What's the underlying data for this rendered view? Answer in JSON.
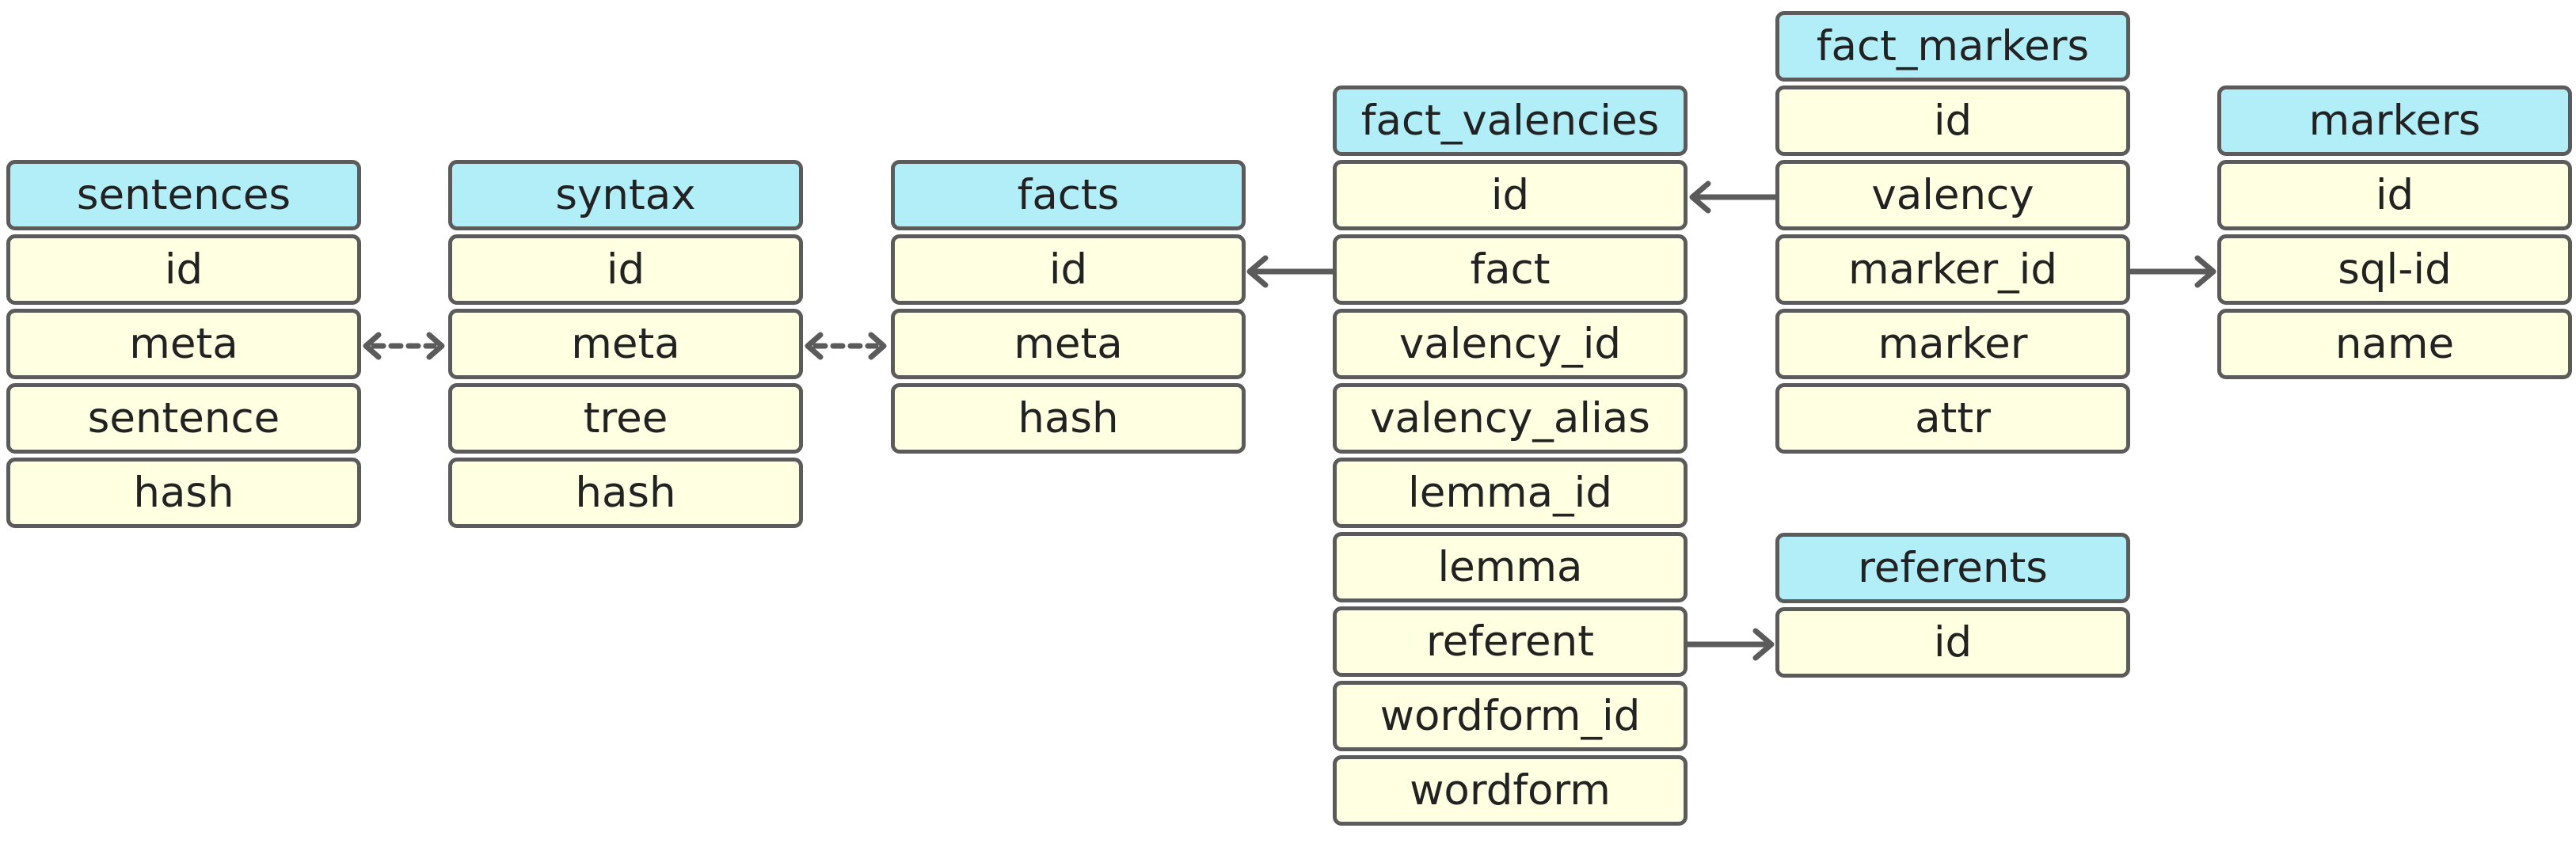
{
  "tables": [
    {
      "id": "sentences",
      "title": "sentences",
      "fields": [
        "id",
        "meta",
        "sentence",
        "hash"
      ]
    },
    {
      "id": "syntax",
      "title": "syntax",
      "fields": [
        "id",
        "meta",
        "tree",
        "hash"
      ]
    },
    {
      "id": "facts",
      "title": "facts",
      "fields": [
        "id",
        "meta",
        "hash"
      ]
    },
    {
      "id": "fact_valencies",
      "title": "fact_valencies",
      "fields": [
        "id",
        "fact",
        "valency_id",
        "valency_alias",
        "lemma_id",
        "lemma",
        "referent",
        "wordform_id",
        "wordform"
      ]
    },
    {
      "id": "fact_markers",
      "title": "fact_markers",
      "fields": [
        "id",
        "valency",
        "marker_id",
        "marker",
        "attr"
      ]
    },
    {
      "id": "markers",
      "title": "markers",
      "fields": [
        "id",
        "sql-id",
        "name"
      ]
    },
    {
      "id": "referents",
      "title": "referents",
      "fields": [
        "id"
      ]
    }
  ],
  "relations": [
    {
      "from": "sentences.meta",
      "to": "syntax.meta",
      "style": "dashed",
      "direction": "both"
    },
    {
      "from": "syntax.meta",
      "to": "facts.meta",
      "style": "dashed",
      "direction": "both"
    },
    {
      "from": "fact_valencies.fact",
      "to": "facts.id",
      "style": "solid",
      "direction": "forward"
    },
    {
      "from": "fact_markers.valency",
      "to": "fact_valencies.id",
      "style": "solid",
      "direction": "forward"
    },
    {
      "from": "fact_markers.marker_id",
      "to": "markers.sql-id",
      "style": "solid",
      "direction": "forward"
    },
    {
      "from": "fact_valencies.referent",
      "to": "referents.id",
      "style": "solid",
      "direction": "forward"
    }
  ],
  "colors": {
    "header": "#b2eef8",
    "field": "#ffffe2",
    "border": "#5b5b5b",
    "arrow": "#5b5b5b"
  }
}
